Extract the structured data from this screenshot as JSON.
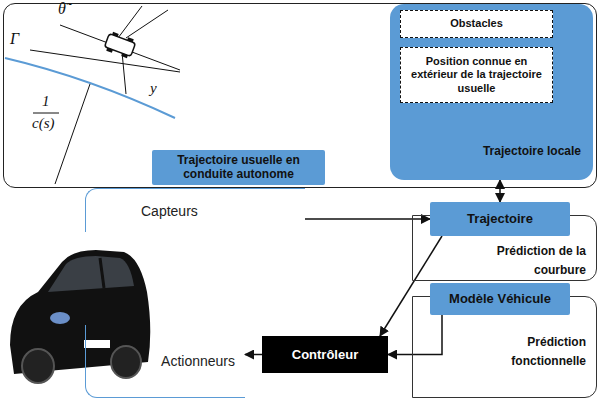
{
  "diagram": {
    "nodes": [
      {
        "text": [
          "Trajectoire usuelle en conduite autonome"
        ]
      },
      {
        "text": [
          "Trajectoire locale"
        ]
      },
      {
        "text": [
          "Obstacles"
        ],
        "in": 1
      },
      {
        "text": [
          "Position connue en extérieur de la trajectoire usuelle"
        ],
        "in": 1
      },
      {
        "text": [
          "Capteurs"
        ]
      },
      {
        "text": [
          "Trajectoire"
        ]
      },
      {
        "text": [
          "Prédiction de la courbure"
        ]
      },
      {
        "text": [
          "Modèle Véhicule"
        ]
      },
      {
        "text": [
          "Prédiction fonctionnelle"
        ]
      },
      {
        "text": [
          "Contrôleur"
        ]
      },
      {
        "text": [
          "Actionneurs"
        ]
      }
    ],
    "edges": [
      {
        "from": 1,
        "to": 5,
        "arrow": "both"
      },
      {
        "from": 4,
        "to": 5,
        "arrow": "to"
      },
      {
        "from": 5,
        "to": 9,
        "arrow": "to"
      },
      {
        "from": 7,
        "to": 9,
        "arrow": "to"
      },
      {
        "from": 9,
        "to": 10,
        "arrow": "to"
      }
    ],
    "labels": [
      "Γ",
      "θ̃",
      "y",
      "1",
      "c(s)"
    ]
  }
}
